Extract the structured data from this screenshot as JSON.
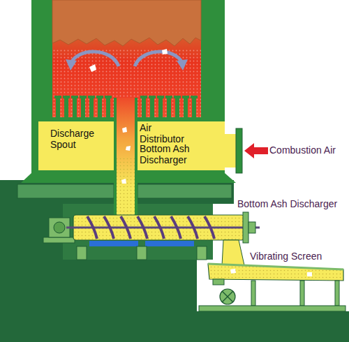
{
  "diagram": {
    "labels": [
      "Discharge Spout",
      "Air Distributor",
      "Bottom Ash Discharger",
      "Combustion Air",
      "Bottom Ash Discharger",
      "Vibrating Screen"
    ]
  }
}
